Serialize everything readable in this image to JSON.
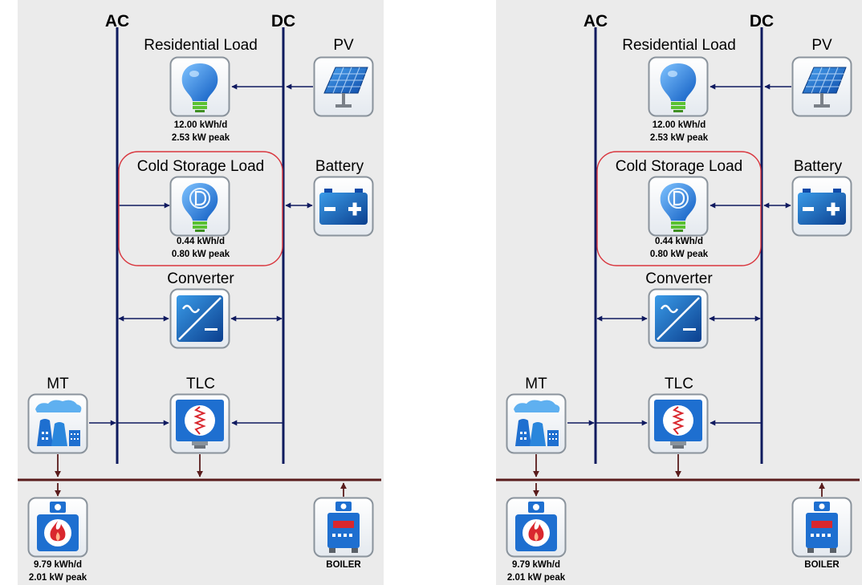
{
  "panels": [
    {
      "id": "left",
      "bus_labels": {
        "ac": "AC",
        "dc": "DC"
      },
      "cold_storage_connection": "AC",
      "components": {
        "residential_load": {
          "label": "Residential Load",
          "energy": "12.00 kWh/d",
          "peak": "2.53 kW peak"
        },
        "pv": {
          "label": "PV"
        },
        "cold_storage_load": {
          "label": "Cold Storage Load",
          "energy": "0.44 kWh/d",
          "peak": "0.80 kW peak"
        },
        "battery": {
          "label": "Battery"
        },
        "converter": {
          "label": "Converter"
        },
        "mt": {
          "label": "MT"
        },
        "tlc": {
          "label": "TLC"
        },
        "thermal_load": {
          "energy": "9.79 kWh/d",
          "peak": "2.01 kW peak"
        },
        "boiler": {
          "label": "BOILER"
        }
      }
    },
    {
      "id": "right",
      "bus_labels": {
        "ac": "AC",
        "dc": "DC"
      },
      "cold_storage_connection": "DC",
      "components": {
        "residential_load": {
          "label": "Residential Load",
          "energy": "12.00 kWh/d",
          "peak": "2.53 kW peak"
        },
        "pv": {
          "label": "PV"
        },
        "cold_storage_load": {
          "label": "Cold Storage Load",
          "energy": "0.44 kWh/d",
          "peak": "0.80 kW peak"
        },
        "battery": {
          "label": "Battery"
        },
        "converter": {
          "label": "Converter"
        },
        "mt": {
          "label": "MT"
        },
        "tlc": {
          "label": "TLC"
        },
        "thermal_load": {
          "energy": "9.79 kWh/d",
          "peak": "2.01 kW peak"
        },
        "boiler": {
          "label": "BOILER"
        }
      }
    }
  ],
  "colors": {
    "panel_bg": "#ebebeb",
    "electric_bus": "#0d1a5e",
    "electric_arrow": "#101a60",
    "thermal_bus": "#5a1c1c",
    "highlight": "#d9363e",
    "icon_blue": "#1e6fd0",
    "icon_green": "#5ac132",
    "icon_red": "#d9272e"
  }
}
